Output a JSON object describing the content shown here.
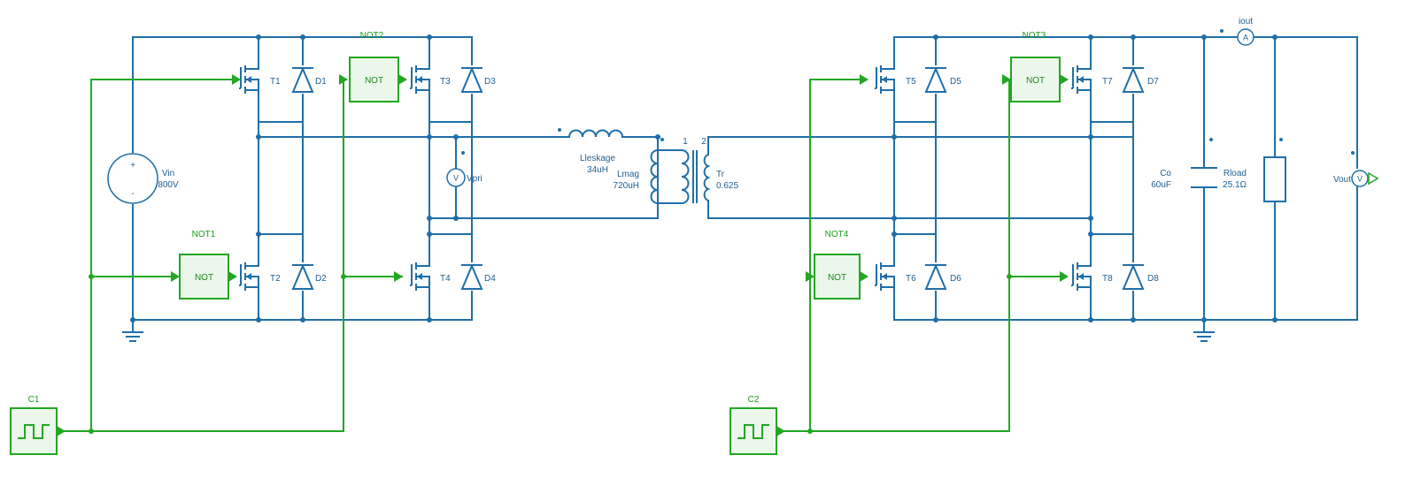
{
  "primary": {
    "switches": [
      "T1",
      "T2",
      "T3",
      "T4"
    ],
    "diodes": [
      "D1",
      "D2",
      "D3",
      "D4"
    ],
    "not_gates": [
      "NOT1",
      "NOT2"
    ],
    "source": {
      "name": "Vin",
      "value": "800V",
      "plus": "+",
      "minus": "-"
    },
    "voltmeter": {
      "name": "Vpri",
      "symbol": "V"
    }
  },
  "secondary": {
    "switches": [
      "T5",
      "T6",
      "T7",
      "T8"
    ],
    "diodes": [
      "D5",
      "D6",
      "D7",
      "D8"
    ],
    "not_gates": [
      "NOT3",
      "NOT4"
    ]
  },
  "not_label": "NOT",
  "leakage": {
    "name": "Lleskage",
    "value": "34uH"
  },
  "magnetizing": {
    "name": "Lmag",
    "value": "720uH"
  },
  "transformer": {
    "name": "Tr",
    "ratio": "0.625",
    "pin1": "1",
    "pin2": "2"
  },
  "capacitor": {
    "name": "Co",
    "value": "60uF"
  },
  "load": {
    "name": "Rload",
    "value": "25.1Ω"
  },
  "ammeter": {
    "name": "iout",
    "symbol": "A"
  },
  "vout": {
    "name": "Vout",
    "symbol": "V"
  },
  "clocks": [
    "C1",
    "C2"
  ],
  "colors": {
    "power_wire": "#1f6fa8",
    "control_wire": "#22a722",
    "block_fill": "#ebf7eb"
  }
}
